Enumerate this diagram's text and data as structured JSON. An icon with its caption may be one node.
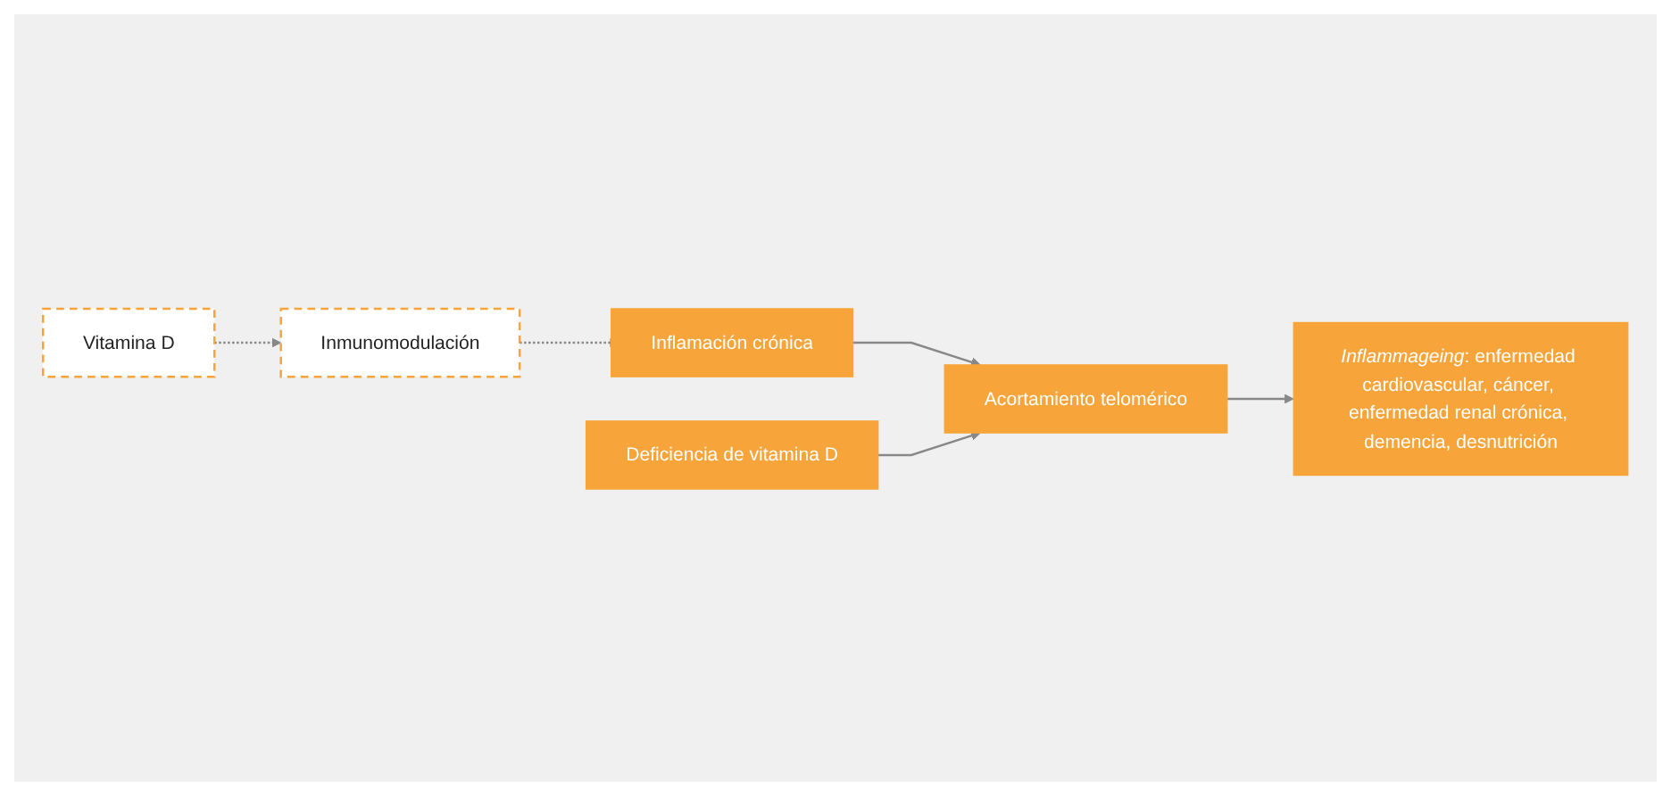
{
  "diagram": {
    "nodes": [
      {
        "text": [
          "Inflamación crónica"
        ]
      },
      {
        "text": [
          "Inmunomodulación"
        ]
      },
      {
        "text": [
          "Vitamina D"
        ]
      },
      {
        "text": [
          "Acortamiento telomérico"
        ]
      },
      {
        "text": [
          "Deficiencia de vitamina D"
        ]
      },
      {
        "text": [
          "*Inflammageing*: enfermedad cardiovascular, cáncer, enfermedad renal crónica, demencia, desnutrición"
        ]
      }
    ],
    "edges": [
      {
        "from": 0,
        "to": 3,
        "arrow": "to"
      },
      {
        "from": 1,
        "to": 0,
        "arrow": "other",
        "style": "dashed"
      },
      {
        "from": 2,
        "to": 1,
        "arrow": "to",
        "style": "dashed"
      },
      {
        "from": 4,
        "to": 3,
        "arrow": "to"
      },
      {
        "from": 3,
        "to": 5,
        "arrow": "to"
      }
    ]
  }
}
